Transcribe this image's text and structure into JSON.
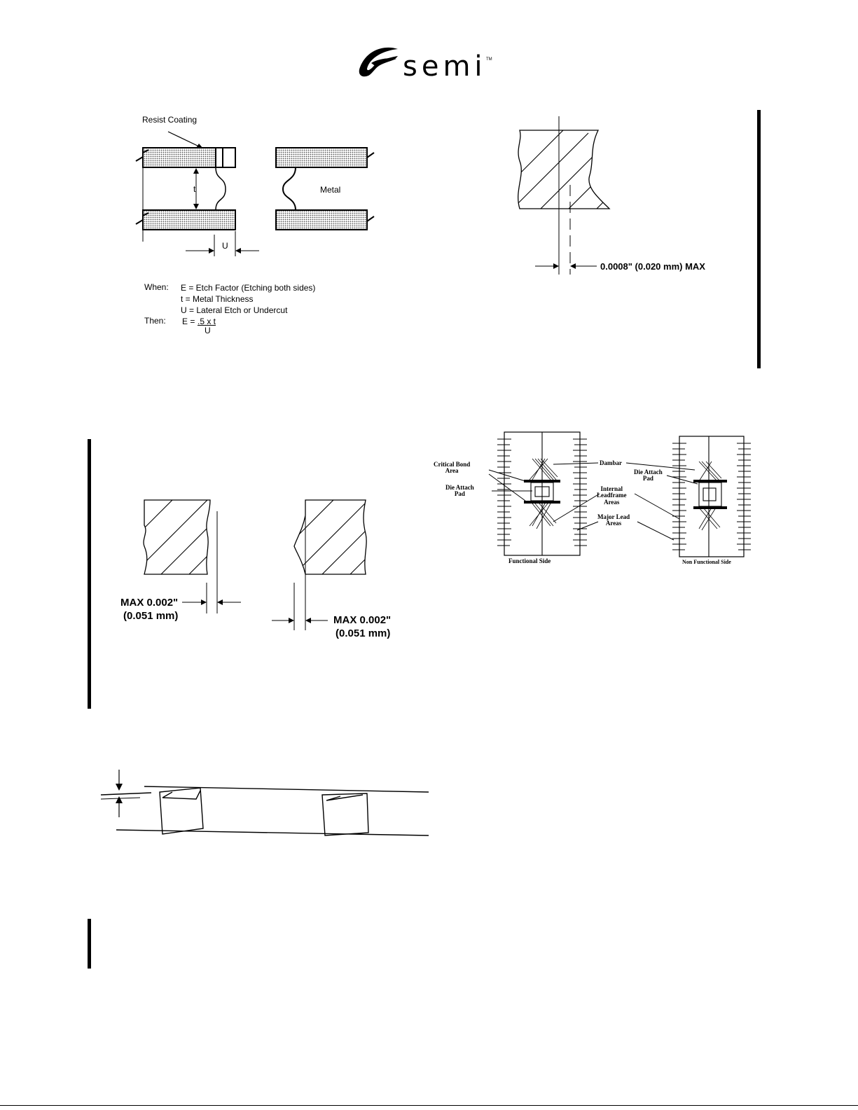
{
  "header": {
    "logo_text": "semi",
    "logo_tm": "TM"
  },
  "figure_etch": {
    "resist_label": "Resist Coating",
    "t_label": "t",
    "metal_label": "Metal",
    "u_label": "U",
    "when_label": "When:",
    "def_e": "E = Etch Factor (Etching both sides)",
    "def_t": "t = Metal Thickness",
    "def_u": "U = Lateral Etch or Undercut",
    "then_label": "Then:",
    "formula_prefix": "E = ",
    "formula_numerator": ".5 x t",
    "formula_denominator": "U"
  },
  "figure_offset": {
    "label": "0.0008\" (0.020 mm) MAX"
  },
  "figure_burr": {
    "left_line1": "MAX 0.002\"",
    "left_line2": "(0.051 mm)",
    "right_line1": "MAX 0.002\"",
    "right_line2": "(0.051 mm)"
  },
  "figure_leadframe": {
    "critical_bond": "Critical Bond\nArea",
    "die_attach_left": "Die Attach\nPad",
    "dambar": "Dambar",
    "die_attach_right": "Die Attach\nPad",
    "internal_leadframe": "Internal\nLeadframe\nAreas",
    "major_lead": "Major Lead\nAreas",
    "functional_side": "Functional Side",
    "non_functional_side": "Non Functional Side"
  }
}
